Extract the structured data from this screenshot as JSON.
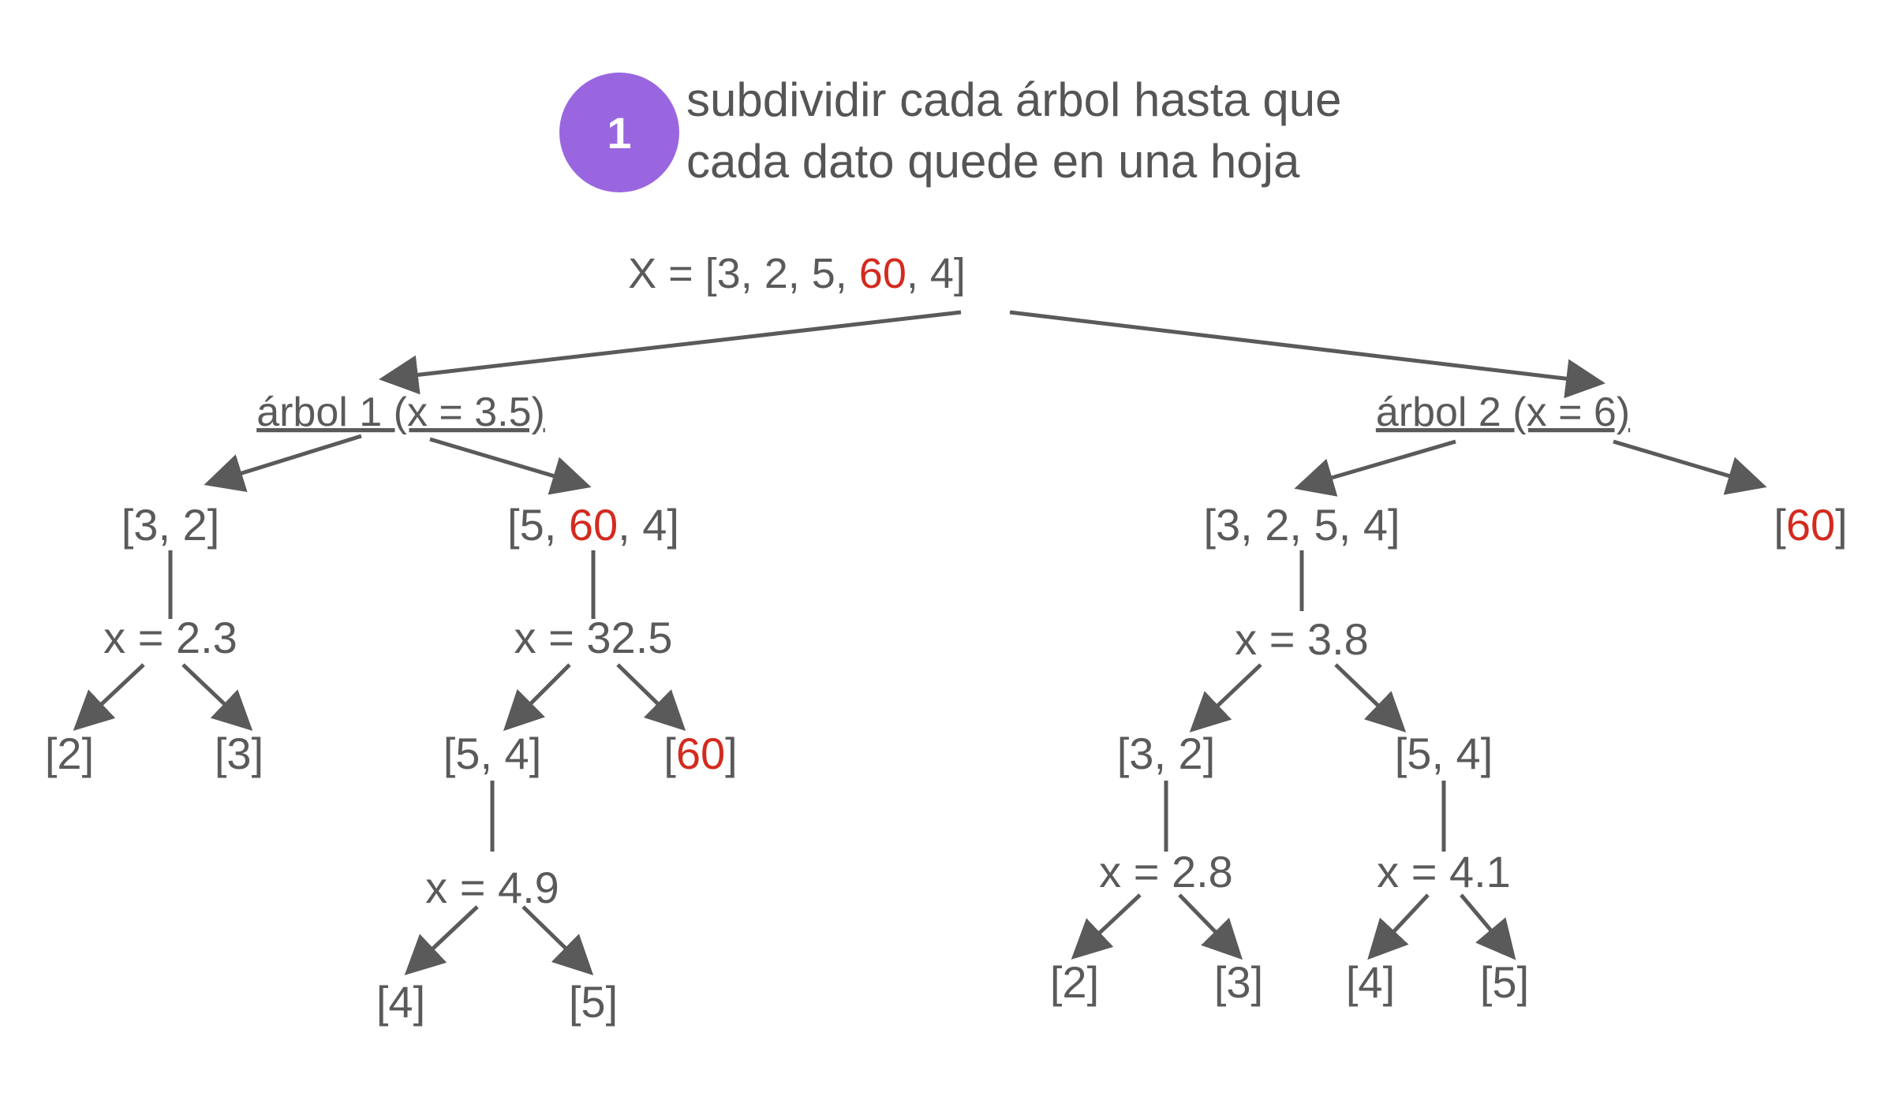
{
  "step": {
    "number": "1",
    "lines": [
      "subdividir cada árbol hasta que",
      "cada dato quede en una hoja"
    ]
  },
  "colors": {
    "text": "#5a5a5a",
    "highlight": "#d42a1e",
    "badge": "#9966e0",
    "line": "#5a5a5a"
  },
  "root": [
    {
      "t": "X = [3, 2, 5, "
    },
    {
      "t": "60",
      "hl": true
    },
    {
      "t": ", 4]"
    }
  ],
  "trees": [
    {
      "id": "tree1",
      "title": "árbol 1 (x = 3.5)"
    },
    {
      "id": "tree2",
      "title": "árbol 2 (x = 6)"
    }
  ],
  "nodes": {
    "t1_left": [
      {
        "t": "[3, 2]"
      }
    ],
    "t1_right": [
      {
        "t": "[5, "
      },
      {
        "t": "60",
        "hl": true
      },
      {
        "t": ", 4]"
      }
    ],
    "t1_split_a": [
      {
        "t": "x = 2.3"
      }
    ],
    "t1_leaf_2": [
      {
        "t": "[2]"
      }
    ],
    "t1_leaf_3": [
      {
        "t": "[3]"
      }
    ],
    "t1_split_b": [
      {
        "t": "x = 32.5"
      }
    ],
    "t1_54": [
      {
        "t": "[5, 4]"
      }
    ],
    "t1_leaf_60": [
      {
        "t": "["
      },
      {
        "t": "60",
        "hl": true
      },
      {
        "t": "]"
      }
    ],
    "t1_split_c": [
      {
        "t": "x = 4.9"
      }
    ],
    "t1_leaf_4": [
      {
        "t": "[4]"
      }
    ],
    "t1_leaf_5": [
      {
        "t": "[5]"
      }
    ],
    "t2_left": [
      {
        "t": "[3, 2, 5, 4]"
      }
    ],
    "t2_leaf_60": [
      {
        "t": "["
      },
      {
        "t": "60",
        "hl": true
      },
      {
        "t": "]"
      }
    ],
    "t2_split_a": [
      {
        "t": "x = 3.8"
      }
    ],
    "t2_32": [
      {
        "t": "[3, 2]"
      }
    ],
    "t2_54": [
      {
        "t": "[5, 4]"
      }
    ],
    "t2_split_b": [
      {
        "t": "x = 2.8"
      }
    ],
    "t2_split_c": [
      {
        "t": "x = 4.1"
      }
    ],
    "t2_leaf_2": [
      {
        "t": "[2]"
      }
    ],
    "t2_leaf_3": [
      {
        "t": "[3]"
      }
    ],
    "t2_leaf_4": [
      {
        "t": "[4]"
      }
    ],
    "t2_leaf_5": [
      {
        "t": "[5]"
      }
    ]
  }
}
